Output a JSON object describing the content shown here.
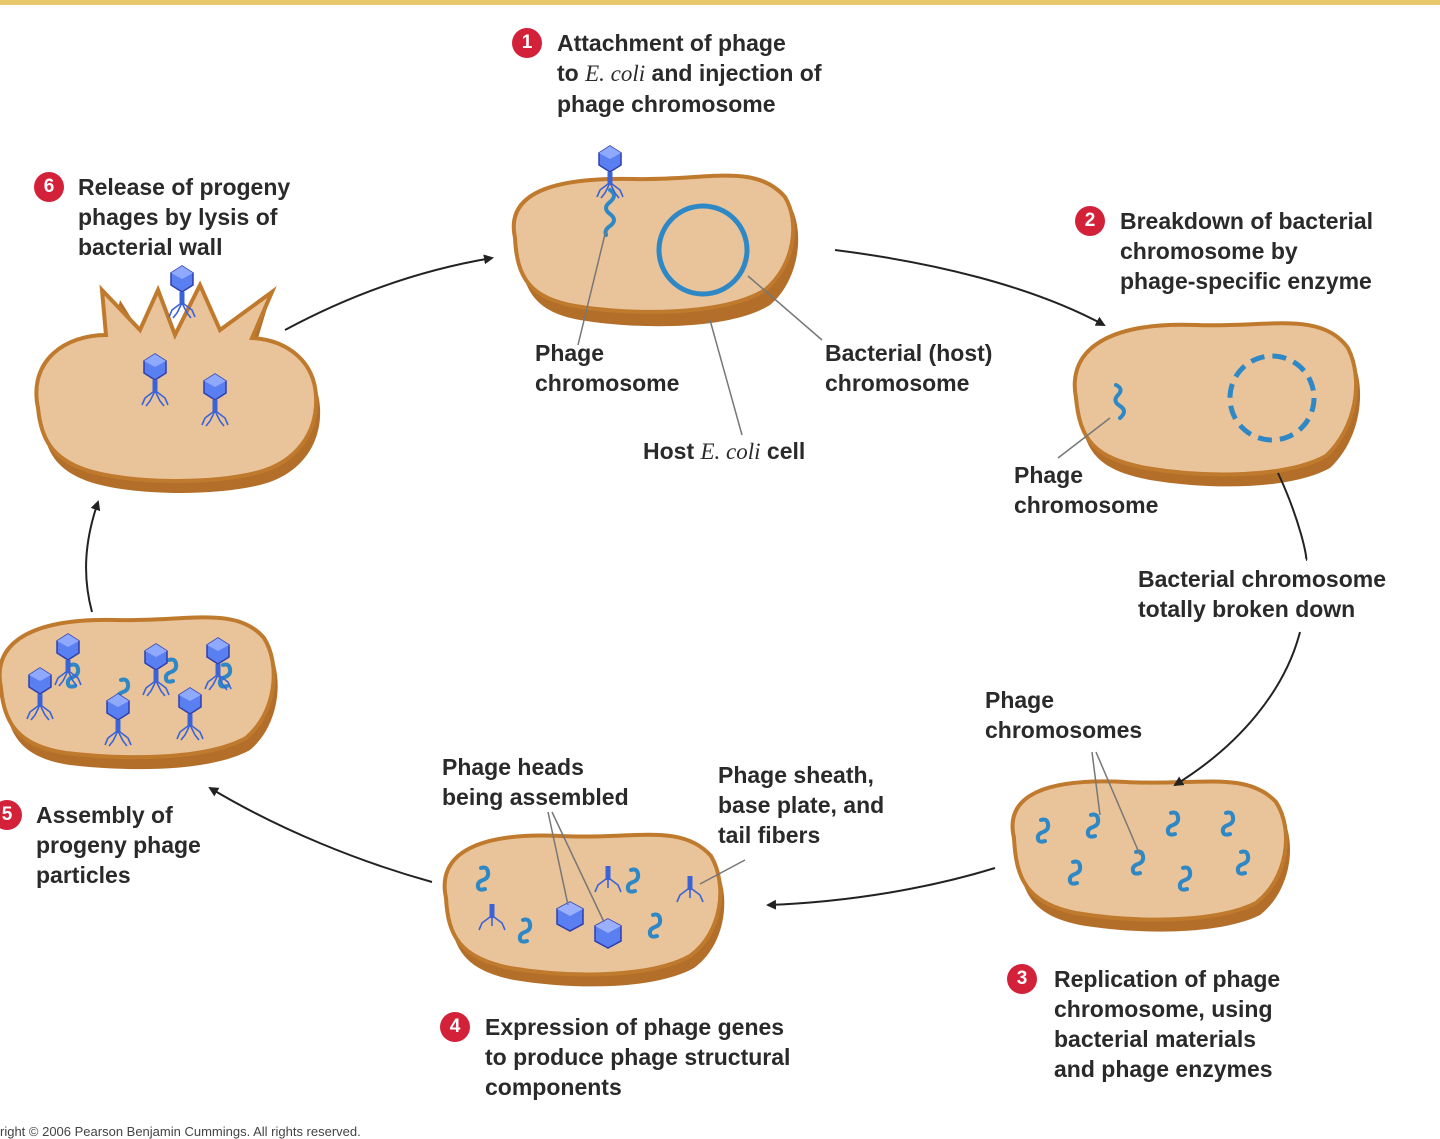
{
  "steps": [
    {
      "number": "1",
      "lines": [
        "Attachment of phage",
        "to {E. coli} and injection of",
        "phage chromosome"
      ]
    },
    {
      "number": "2",
      "lines": [
        "Breakdown of bacterial",
        "chromosome by",
        "phage-specific enzyme"
      ]
    },
    {
      "number": "3",
      "lines": [
        "Replication of phage",
        "chromosome, using",
        "bacterial materials",
        "and phage enzymes"
      ]
    },
    {
      "number": "4",
      "lines": [
        "Expression of phage genes",
        "to produce phage structural",
        "components"
      ]
    },
    {
      "number": "5",
      "lines": [
        "Assembly of",
        "progeny phage",
        "particles"
      ]
    },
    {
      "number": "6",
      "lines": [
        "Release of progeny",
        "phages by lysis of",
        "bacterial wall"
      ]
    }
  ],
  "labels": {
    "phage_chromosome_1": [
      "Phage",
      "chromosome"
    ],
    "bacterial_host_chromosome": [
      "Bacterial (host)",
      "chromosome"
    ],
    "host_cell": [
      "Host {E. coli} cell"
    ],
    "phage_chromosome_2": [
      "Phage",
      "chromosome"
    ],
    "totally_broken_down": [
      "Bacterial chromosome",
      "totally broken down"
    ],
    "phage_chromosomes": [
      "Phage",
      "chromosomes"
    ],
    "phage_heads": [
      "Phage heads",
      "being assembled"
    ],
    "phage_sheath": [
      "Phage sheath,",
      "base plate, and",
      "tail fibers"
    ]
  },
  "copyright": "right © 2006 Pearson Benjamin Cummings. All rights reserved.",
  "colors": {
    "cell_fill": "#e9c49a",
    "cell_edge": "#c07a2e",
    "dna": "#2f88c6",
    "phage": "#3a63d8",
    "marker": "#d4213a",
    "top_bar": "#e8c86a"
  }
}
